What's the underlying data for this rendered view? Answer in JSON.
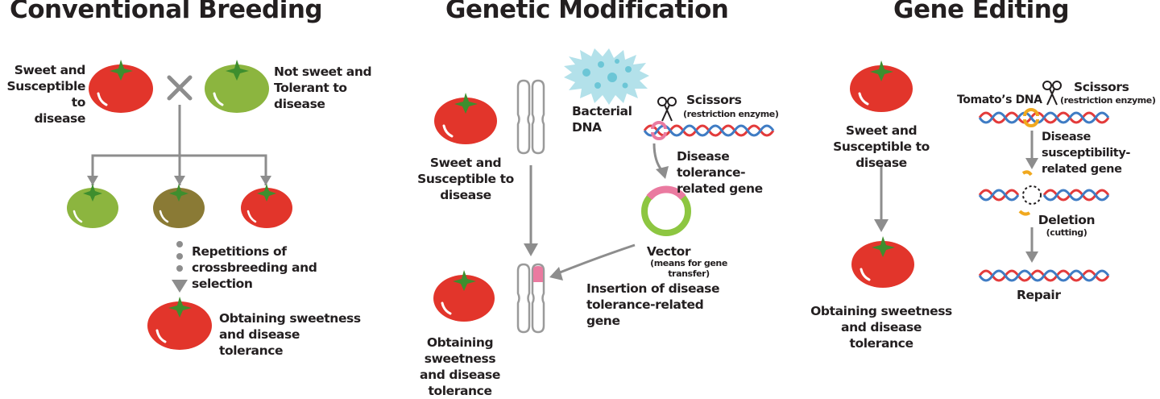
{
  "colors": {
    "red": "#e2352b",
    "green": "#8cb53f",
    "brown": "#8a7a35",
    "leaf": "#3e8e2e",
    "arrow": "#8d8d8d",
    "pink": "#ea7aa0",
    "dna_red": "#e33b3b",
    "dna_blue": "#3f7cc4",
    "orange": "#f0a81e",
    "vector_green": "#8dc641",
    "bacteria": "#b3e1ea"
  },
  "panels": {
    "conventional": {
      "title": "Conventional Breeding",
      "parent_left_label": [
        "Sweet and",
        "Susceptible to",
        "disease"
      ],
      "cross_symbol": "×",
      "parent_right_label": [
        "Not sweet and",
        "Tolerant to",
        "disease"
      ],
      "repetition_label": [
        "Repetitions of",
        "crossbreeding and selection"
      ],
      "result_label": [
        "Obtaining sweetness",
        "and disease tolerance"
      ]
    },
    "genetic": {
      "title": "Genetic Modification",
      "tomato_label": [
        "Sweet and",
        "Susceptible to",
        "disease"
      ],
      "bacterial_dna_label": "Bacterial DNA",
      "scissors_label": "Scissors",
      "scissors_sub": "(restriction enzyme)",
      "gene_label": [
        "Disease tolerance-",
        "related gene"
      ],
      "vector_label": "Vector",
      "vector_sub": "(means for gene transfer)",
      "insertion_label": [
        "Insertion of disease",
        "tolerance-related gene"
      ],
      "result_label": [
        "Obtaining sweetness",
        "and disease tolerance"
      ]
    },
    "editing": {
      "title": "Gene Editing",
      "tomato_label": [
        "Sweet and",
        "Susceptible to disease"
      ],
      "result_label": [
        "Obtaining sweetness",
        "and disease tolerance"
      ],
      "dna_label": "Tomato’s DNA",
      "scissors_label": "Scissors",
      "scissors_sub": "(restriction enzyme)",
      "gene_label": [
        "Disease susceptibility-",
        "related gene"
      ],
      "deletion_label": "Deletion",
      "deletion_sub": "(cutting)",
      "repair_label": "Repair"
    }
  }
}
